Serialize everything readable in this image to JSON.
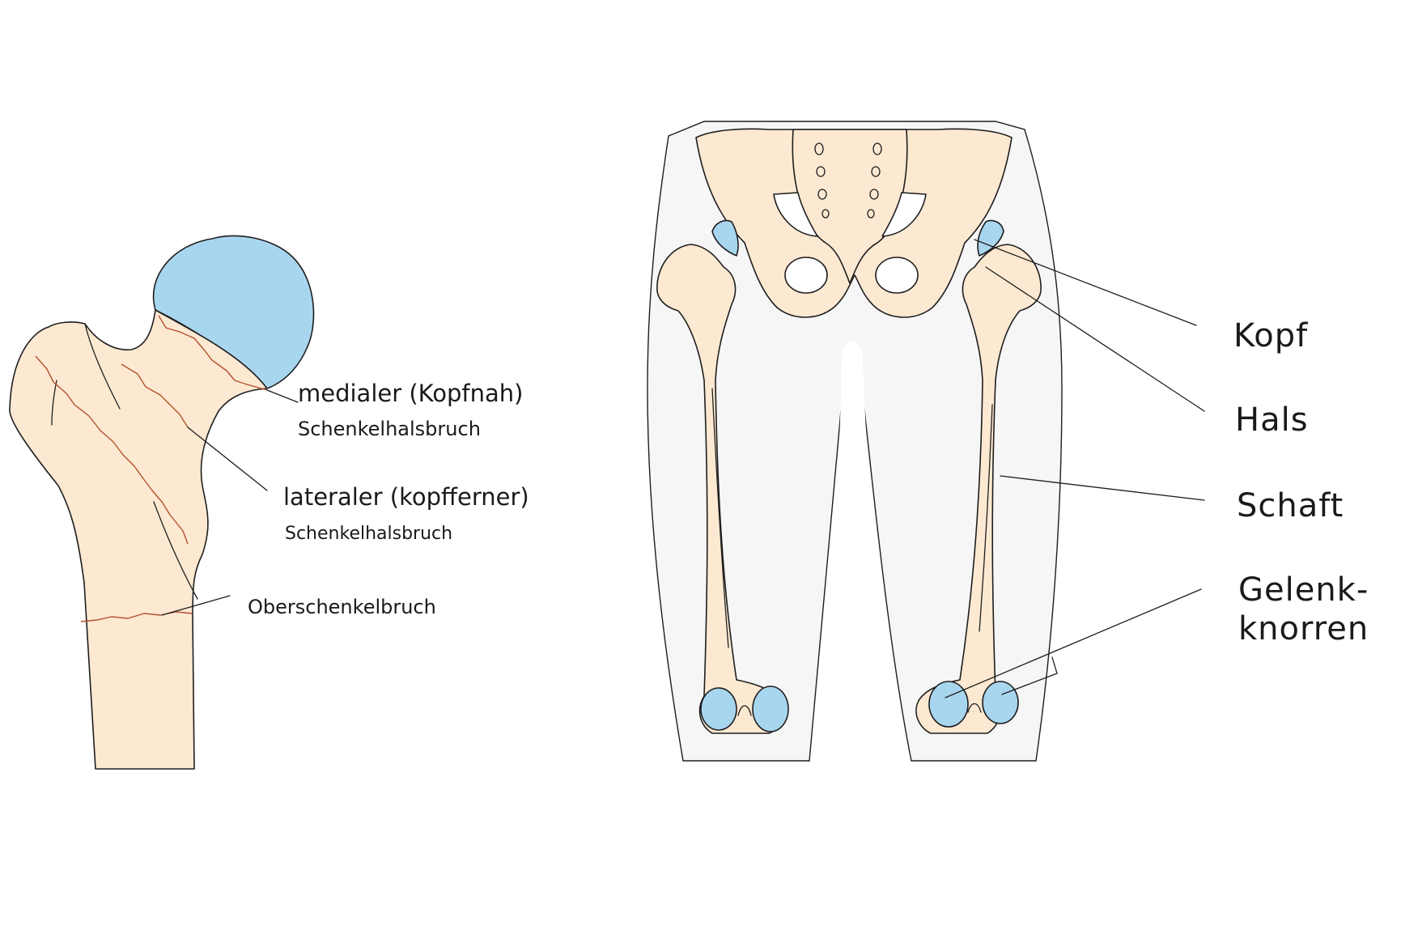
{
  "colors": {
    "bone": "#fde9d2",
    "cartilage": "#a9d6ef",
    "crack": "#b4502e",
    "leg_shadow": "#f6f6f6",
    "outline": "#1e1e1e"
  },
  "femur_detail": {
    "label_medial_line1": "medialer (Kopfnah)",
    "label_medial_line2": "Schenkelhalsbruch",
    "label_lateral_line1": "lateraler (kopfferner)",
    "label_lateral_line2": "Schenkelhalsbruch",
    "label_shaft_fracture": "Oberschenkelbruch"
  },
  "skeleton": {
    "label_head": "Kopf",
    "label_neck": "Hals",
    "label_shaft": "Schaft",
    "label_condyles_line1": "Gelenk-",
    "label_condyles_line2": "knorren"
  }
}
